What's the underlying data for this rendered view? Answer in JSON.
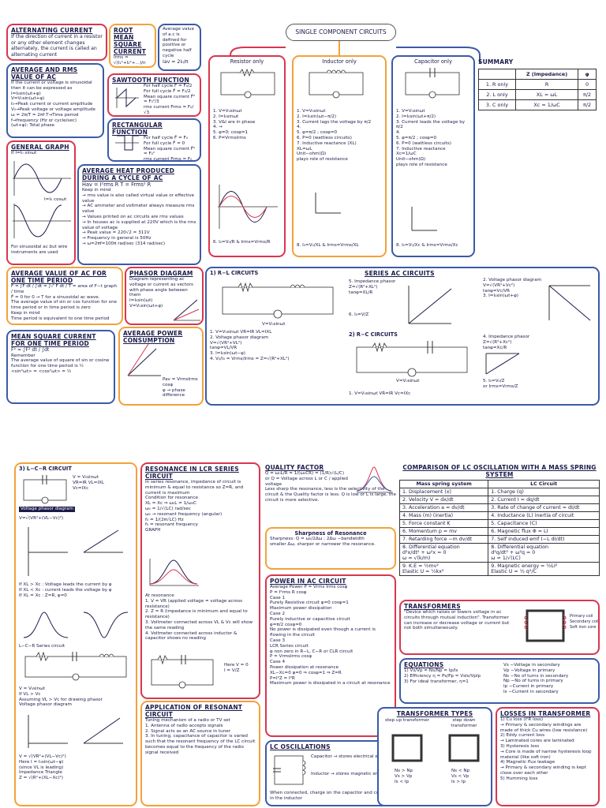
{
  "top": {
    "alternating_current": {
      "title": "ALTERNATING CURRENT",
      "body": "If the direction of current in a resistor or any other element changes alternately, the current is called an alternating current"
    },
    "root_mean_square": {
      "title": "ROOT MEAN SQUARE CURRENT",
      "formulas": "Irms = √(I₁²+I₂²+…)/n\nIrms = I₀/√2"
    },
    "average_defined": {
      "body": "Average value of a.c is defined for positive or negative half cycle",
      "formulas": "Iav = 2I₀/π"
    },
    "average_rms": {
      "title": "AVERAGE AND RMS VALUE OF AC",
      "body": "If the current or voltage is sinusoidal then it can be expressed as\nI=I₀sin(ωt+φ)\nV=V₀sin(ωt+φ)\nI₀→Peak current or current amplitude\nV₀→Peak voltage or voltage amplitude\nω = 2π/T = 2πf    T→Time period\nf→frequency (Hz or cycle/sec)\n(ωt+φ): Total phase"
    },
    "sawtooth": {
      "title": "SAWTOOTH FUNCTION",
      "body": "For half cycle  F̄ = F₀/2\nFor full cycle  F̄ = F₀/2\nMean square current F̄² = F₀²/3\nrms current  Frms = F₀/√3"
    },
    "rectangular": {
      "title": "RECTANGULAR FUNCTION",
      "body": "For half cycle  F̄ = F₀\nFor full cycle  F̄ = 0\nMean square current F̄² = F₀²\nrms current  Frms = F₀"
    },
    "general_graph": {
      "title": "GENERAL GRAPH",
      "eq1": "If I=I₀ sinωt",
      "eq2": "I=I₀ cosωt",
      "note": "For sinusoidal ac but wire instruments are used"
    },
    "avg_heat": {
      "title": "AVERAGE HEAT PRODUCED DURING A CYCLE OF AC",
      "formula": "Hav = I²rms R T = Frms² R",
      "body": "Keep in mind\n→ rms value is also called virtual value or effective value\n→ AC ammeter and voltmeter always measure rms value\n→ Values printed on ac circuits are rms values\n→ In houses ac is supplied at 220V which is the rms value of voltage\n→ Peak value = 220√2 = 311V\n→ Frequency in general is 50Hz\n→ ω=2πf=100π rad/sec (314 rad/sec)"
    },
    "single_component": {
      "title": "SINGLE COMPONENT CIRCUITS",
      "resistor": {
        "title": "Resistor only",
        "points": "1. V=V₀sinωt\n2. I=I₀sinωt\n3. V&I are in phase\n4. →\n5. φ=0; cosφ=1\n6. P=VrmsIrms",
        "footer": "6. I₀=V₀/R & Irms=Vrms/R"
      },
      "inductor": {
        "title": "Inductor only",
        "points": "1. V=V₀sinωt\n2. I=I₀sin(ωt−π/2)\n3. Current lags the voltage by π/2\n4.\n5. φ=π/2 ; cosφ=0\n6. P=0 (wattless circuits)\n7. Inductive reactance (XL)\n   XL=ωL\n   Unit−ohm(Ω)\n   plays role of resistance",
        "footer": "8. I₀=V₀/XL & Irms=Vrms/XL"
      },
      "capacitor": {
        "title": "Capacitor only",
        "points": "1. V=V₀sinωt\n2. I=I₀sin(ωt+π/2)\n3. Current leads the voltage by π/2\n4.\n5. φ=π/2 ; cosφ=0\n6. P=0 (wattless circuits)\n7. Inductive reactance\n   Xc=1/ωC\n   Unit−ohm(Ω)\n   plays role of resistance",
        "footer": "8. I₀=V₀/Xc & Irms=Vrms/Xc"
      }
    },
    "summary": {
      "title": "SUMMARY",
      "headers": [
        "",
        "Z (Impedance)",
        "φ"
      ],
      "rows": [
        [
          "1. R only",
          "R",
          "0"
        ],
        [
          "2. L only",
          "XL = ωL",
          "π/2"
        ],
        [
          "3. C only",
          "Xc = 1/ωC",
          "π/2"
        ]
      ]
    },
    "avg_value_one_period": {
      "title": "AVERAGE VALUE OF AC FOR ONE TIME PERIOD",
      "formula": "F̄ = ∫F dt / ∫dt = ∫₀ᵀ F dt / T = area of F−t graph / time",
      "body": "F̄ = 0 for 0 → T for a sinusoidal ac wave.\nThe average value of sin or cos function for one time period or in time period is zero",
      "note": "Keep in mind\nTime period is equivalent to one time period"
    },
    "phasor_diagram": {
      "title": "PHASOR DIAGRAM",
      "body": "Diagram representing ac voltage or current as vectors with phase angle between them",
      "formulas": "I=I₀sin(ωt)\nV=V₀sin(ωt+φ)"
    },
    "series_rl": {
      "title": "1) R−L CIRCUITS",
      "source": "V=V₀sinωt",
      "points": "1. V=V₀sinωt    VR=IR  VL=IXL\n2. Voltage phasor diagram\n   V=√(VR²+VL²)\n   tanφ=VL/VR\n3. I=I₀sin(ωt−φ)\n4. V₀/I₀ = Vrms/Irms = Z=√(R²+XL²)"
    },
    "series_ac": {
      "title": "SERIES AC CIRCUITS",
      "impedance": "5. Impedance phasor\nZ=√(R²+XL²)\ntanφ=XL/R",
      "six": "6. I₀=V/Z",
      "rc_title": "2) R−C CIRCUITS",
      "rc_source": "V=V₀sinωt",
      "rc_points": "1. V=V₀sinωt    VR=IR  Vc=IXc",
      "voltage_phasor": "2. Voltage phasor diagram\n   V=√(VR²+Vc²)\n   tanφ=Vc/VR\n3. I=I₀sin(ωt+φ)",
      "imp_phasor": "4. Impedance phasor\n   Z=√(R²+Xc²)\n   tanφ=Xc/R",
      "five": "5. I₀=V₀/Z\n   or Irms=Vrms/Z"
    },
    "mean_square": {
      "title": "MEAN SQUARE CURRENT FOR ONE TIME PERIOD",
      "formula": "F̄² = ∫F² dt / ∫dt",
      "body": "Remember\nThe average value of square of sin or cosine function for one time period is ½\n<sin²ωt> = <cos²ωt> = ½"
    },
    "avg_power": {
      "title": "AVERAGE POWER CONSUMPTION",
      "body": "Pav = VrmsIrms cosφ\nφ → phase difference"
    }
  },
  "bottom": {
    "lcr": {
      "title": "3) L−C−R CIRCUIT",
      "eqs": "V = V₀sinωt\nVR=IR  VL=IXL\nVc=IXc",
      "vpd": "Voltage phasor diagram",
      "body": "V=√(VR²+(VL−Vc)²)",
      "lead": "If XL > Xc : Voltage leads the current by φ\nIf XL < Xc : current leads the voltage by φ\nIf XL = Xc : Z=R, φ=0",
      "lcr_series": "L−C−R Series circuit",
      "eqs2": "V = V₀sinωt\nIf VL > Vc\nAssuming VL > Vc for drawing phasor\nVoltage phasor diagram",
      "bottom": "V = √(VR²+(VL−Vc)²)\nHere I = I₀sin(ωt−φ)\n(since VL is leading)\nImpedance Triangle\nZ = √(R²+(XL−Xc)²)"
    },
    "resonance": {
      "title": "RESONANCE IN LCR SERIES CIRCUIT",
      "body": "In series resonance, impedance of circuit is minimum & equal to resistance so Z=R, and current is maximum\nCondition for resonance\nXL = Xc ⇒ ω₀L = 1/ω₀C\nω₀ = 1/√(LC) rad/sec\nω₀ → resonant frequency (angular)\nf₀ = 1/(2π√LC) Hz\nf₀ = resonant frequency",
      "graph": "GRAPH",
      "resonance_at": "At resonance\n1. V = VR (applied voltage = voltage across resistance)\n2. Z = R (impedance is minimum and equal to resistance)\n3. Voltmeter connected across VL & Vc will show the same reading\n4. Voltmeter connected across inductor & capacitor shows no reading",
      "here": "Here V = 0\nI = V/Z"
    },
    "app_resonance": {
      "title": "APPLICATION OF RESONANT CIRCUIT",
      "body": "Tuning mechanism of a radio or TV set\n1. Antenna of radio accepts signals\n2. Signal acts as an AC source in tuner\n3. In tuning, capacitance of capacitor is varied such that the resonant frequency of the LC circuit becomes equal to the frequency of the radio signal received"
    },
    "quality_factor": {
      "title": "QUALITY FACTOR",
      "formula": "Q = ω₀L/R = 1/(ω₀CR) = (1/R)√(L/C)",
      "or": "or Q = Voltage across L or C / applied voltage",
      "body": "Less sharp the resonance, less is the selectivity of the circuit & the Quality factor is less. Q is low or L is large, the circuit is more selective."
    },
    "sharpness": {
      "title": "Sharpness of Resonance",
      "body": "Sharpness: Q = ω₀/2Δω  ; 2Δω −bandwidth\nsmaller Δω, sharper or narrower the resonance."
    },
    "power_ac": {
      "title": "POWER IN AC CIRCUIT",
      "body": "Average Power P = Vrms Irms cosφ\nP = I²rms R cosφ\nCase 1\nPurely Resistive circuit φ=0  cosφ=1\nMaximum power dissipation\nCase 2\nPurely inductive or capacitive circuit\nφ=π/2  cosφ=0\nNo power is dissipated even though a current is flowing in the circuit\nCase 3\nLCR Series circuit\nφ non zero in R−L, C−R or CLR circuit\nP = VrmsIrms cosφ\nCase 4\nPower dissipation at resonance\nXL−Xc=0  φ=0 ⇒ cosφ=1 ⇒ Z=R\nP=I²Z = I²R\nMaximum power is dissipated in a circuit at resonance"
    },
    "lc_osc": {
      "title": "LC OSCILLATIONS",
      "cap": "Capacitor → stores electrical energy",
      "ind": "Inductor → stores magnetic energy",
      "body": "When connected, charge on the capacitor and current in the inductor"
    },
    "comparison": {
      "title": "COMPARISON OF LC OSCILLATION WITH A MASS SPRING SYSTEM",
      "headers": [
        "Mass spring system",
        "LC Circuit"
      ],
      "rows": [
        [
          "1. Displacement (x)",
          "1. Charge (q)"
        ],
        [
          "2. Velocity V = dx/dt",
          "2. Current I = dq/dt"
        ],
        [
          "3. Acceleration a = dv/dt",
          "3. Rate of change of current = dI/dt"
        ],
        [
          "4. Mass (m) (inertia)",
          "4. Inductance (L) inertia of circuit"
        ],
        [
          "5. Force constant K",
          "5. Capacitance (C)"
        ],
        [
          "6. Momentum p = mv",
          "6. Magnetic flux Φ = LI"
        ],
        [
          "7. Retarding force −m dv/dt",
          "7. Self induced emf (−L dI/dt)"
        ],
        [
          "8. Differential equation\nd²x/dt² + ω²x = 0\nω = √(k/m)",
          "8. Differential equation\nd²q/dt² + ω²q = 0\nω = 1/√(LC)"
        ],
        [
          "9. K.E = ½mv²\nElastic U = ½kx²",
          "9. Magnetic energy = ½LI²\nElastic U = ½ q²/C"
        ]
      ]
    },
    "transformers": {
      "title": "TRANSFORMERS",
      "body": "\"Device which raises or lowers voltage in ac circuits through mutual induction\". Transformer can increase or decrease voltage or current but not both simultaneously.",
      "labels": "Primary coil\nSecondary coil\nSoft iron core"
    },
    "equations": {
      "title": "EQUATIONS",
      "body": "1) Vs/Vp = Ns/Np = Ip/Is\n2) Efficiency η = Ps/Pp = VsIs/VpIp\n3) For ideal transformer, η=1",
      "legend": "Vs −Voltage in secondary\nVp −Voltage in primary\nNs −No of turns in secondary\nNp −No of turns in primary\nIp −Current in primary\nIs −Current in secondary"
    },
    "transformer_types": {
      "title": "TRANSFORMER TYPES",
      "step_up": "step up transformer",
      "step_down": "step down transformer",
      "up_rows": "Ns > Np\nVs > Vp\nIs < Ip",
      "down_rows": "Ns < Np\nVs < Vp\nIs > Ip"
    },
    "losses": {
      "title": "LOSSES IN TRANSFORMER",
      "body": "1) Cu loss (I²R loss)\n→ Primary & secondary windings are made of thick Cu wires (low resistance)\n2) Eddy current loss\n→ Laminated cores are laminated\n3) Hysteresis loss\n→ Core is made of narrow hysteresis loop material (like soft iron)\n4) Magnetic flux leakage\n→ Primary & secondary winding is kept close over each other\n5) Humming loss"
    }
  }
}
